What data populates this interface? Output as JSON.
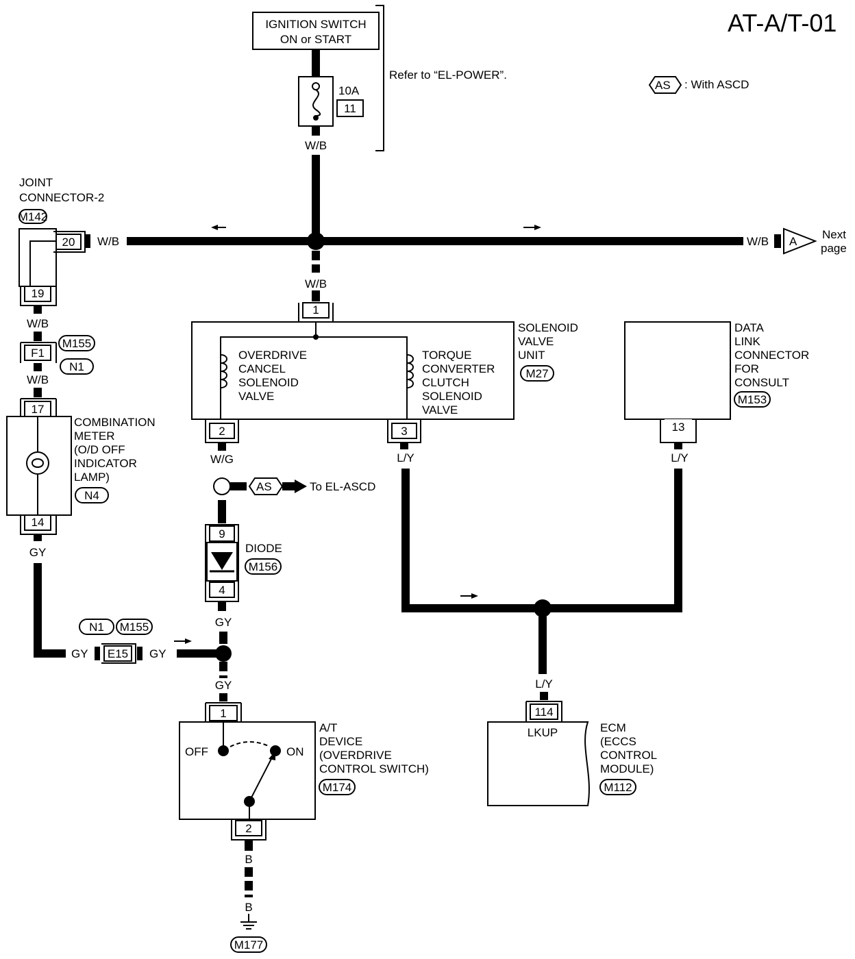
{
  "page_id": "AT-A/T-01",
  "legend": {
    "badge": "AS",
    "text": ": With ASCD"
  },
  "ignition": {
    "line1": "IGNITION SWITCH",
    "line2": "ON or START"
  },
  "fuse": {
    "rating": "10A",
    "number": "11"
  },
  "refer": "Refer to “EL-POWER”.",
  "next_page": {
    "connector": "A",
    "line1": "Next",
    "line2": "page"
  },
  "joint_connector": {
    "line1": "JOINT",
    "line2": "CONNECTOR-2",
    "code": "M142",
    "pin_a": "20",
    "pin_b": "19"
  },
  "connector_f1": {
    "pin": "F1",
    "code1": "M155",
    "code2": "N1"
  },
  "combination_meter": {
    "lines": [
      "COMBINATION",
      "METER",
      "(O/D OFF",
      "INDICATOR",
      "LAMP)"
    ],
    "code": "N4",
    "pin_top": "17",
    "pin_bottom": "14"
  },
  "solenoid_unit": {
    "lines": [
      "SOLENOID",
      "VALVE",
      "UNIT"
    ],
    "code": "M27",
    "pin_in": "1",
    "pin_left": "2",
    "pin_right": "3"
  },
  "od_cancel": {
    "lines": [
      "OVERDRIVE",
      "CANCEL",
      "SOLENOID",
      "VALVE"
    ]
  },
  "tcc": {
    "lines": [
      "TORQUE",
      "CONVERTER",
      "CLUTCH",
      "SOLENOID",
      "VALVE"
    ]
  },
  "dlc": {
    "lines": [
      "DATA",
      "LINK",
      "CONNECTOR",
      "FOR",
      "CONSULT"
    ],
    "code": "M153",
    "pin": "13"
  },
  "ascd": {
    "badge": "AS",
    "text": "To EL-ASCD"
  },
  "diode": {
    "label": "DIODE",
    "code": "M156",
    "pin_top": "9",
    "pin_bottom": "4"
  },
  "connector_e15": {
    "pin": "E15",
    "code1": "N1",
    "code2": "M155"
  },
  "at_device": {
    "lines": [
      "A/T",
      "DEVICE",
      "(OVERDRIVE",
      "CONTROL SWITCH)"
    ],
    "code": "M174",
    "pin_top": "1",
    "pin_bottom": "2",
    "off": "OFF",
    "on": "ON"
  },
  "ecm": {
    "lines": [
      "ECM",
      "(ECCS",
      "CONTROL",
      "MODULE)"
    ],
    "code": "M112",
    "pin": "114",
    "terminal": "LKUP"
  },
  "ground": {
    "code": "M177"
  },
  "wires": {
    "wb": "W/B",
    "wg": "W/G",
    "ly": "L/Y",
    "gy": "GY",
    "b": "B"
  }
}
